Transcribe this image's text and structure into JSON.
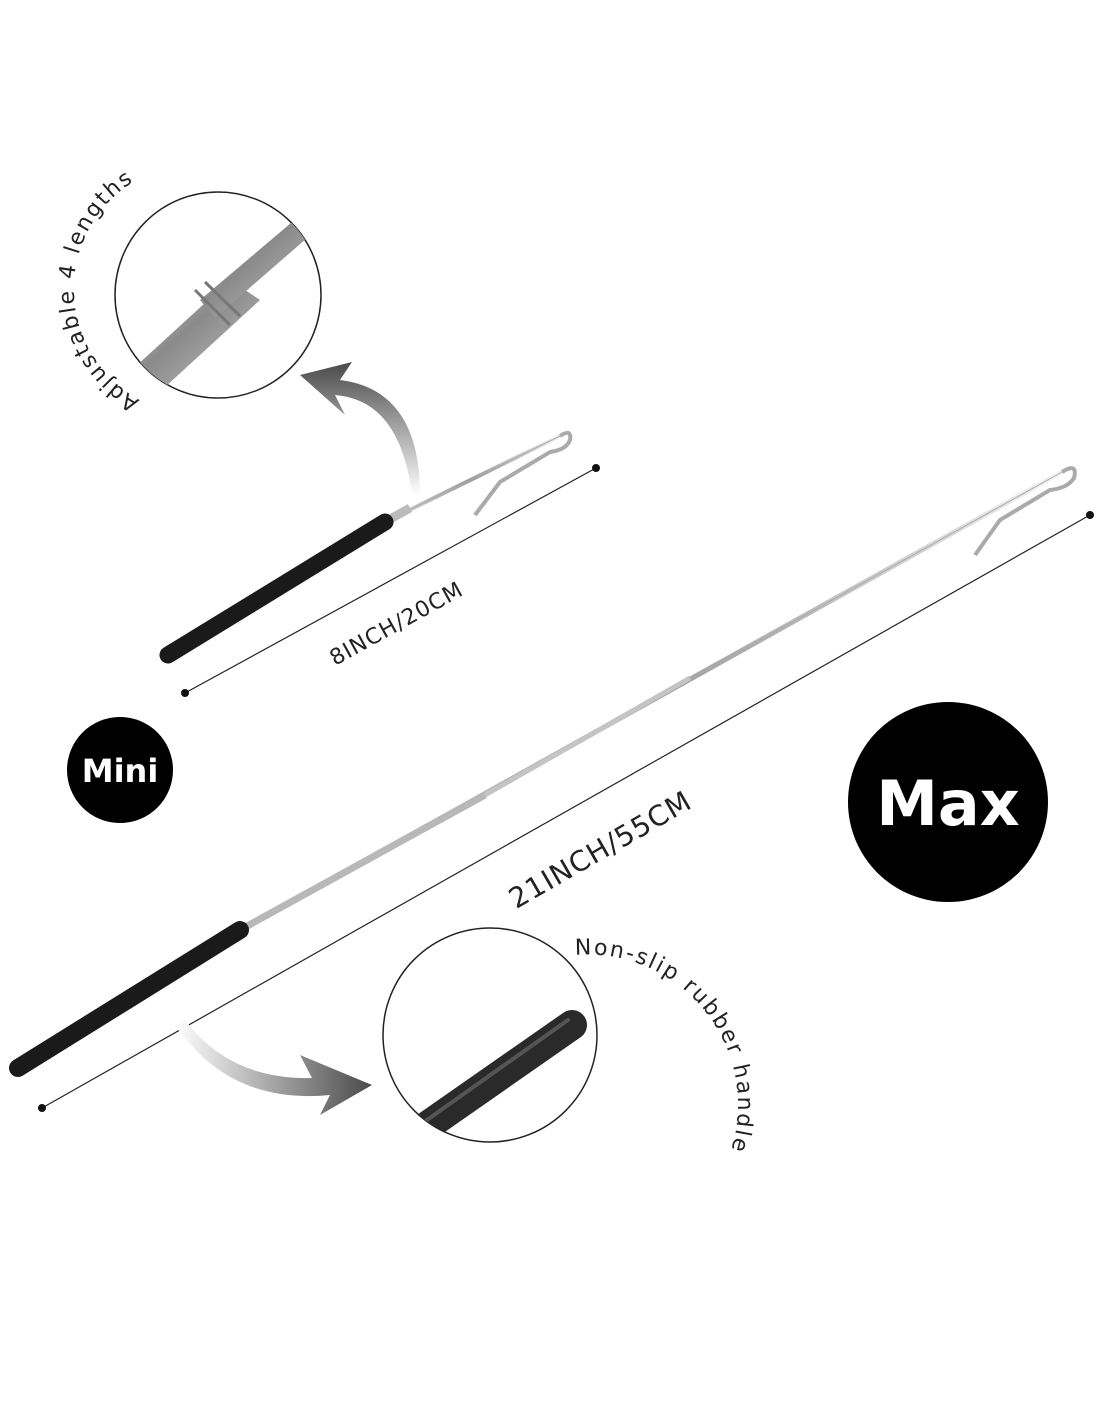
{
  "callouts": {
    "top": "Adjustable 4 lengths",
    "bottom": "Non-slip rubber handle"
  },
  "dimensions": {
    "mini": "8INCH/20CM",
    "max": "21INCH/55CM"
  },
  "badges": {
    "mini": "Mini",
    "max": "Max"
  },
  "colors": {
    "badge": "#000000",
    "handle": "#1a1a1a",
    "rod": "#c8c8c8",
    "arrow": "#5a5a5a"
  }
}
